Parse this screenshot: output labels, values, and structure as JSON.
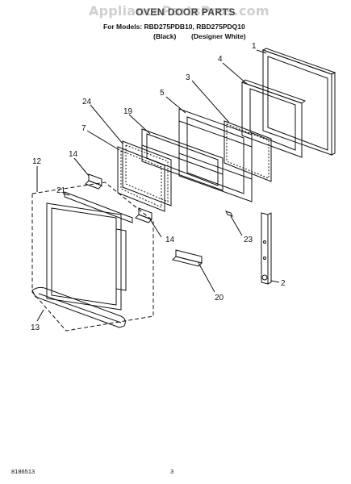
{
  "watermark": "AppliancePartsPros.com",
  "header": {
    "title": "OVEN DOOR PARTS",
    "models_line": "For Models: RBD275PDB10, RBD275PDQ10",
    "variant_1": "(Black)",
    "variant_2": "(Designer White)"
  },
  "callouts": {
    "c1": "1",
    "c2": "2",
    "c3": "3",
    "c4": "4",
    "c5": "5",
    "c7": "7",
    "c12": "12",
    "c13": "13",
    "c14a": "14",
    "c14b": "14",
    "c19": "19",
    "c20": "20",
    "c21": "21",
    "c23": "23",
    "c24": "24"
  },
  "footer": {
    "doc_number": "8186513",
    "page_number": "3"
  }
}
